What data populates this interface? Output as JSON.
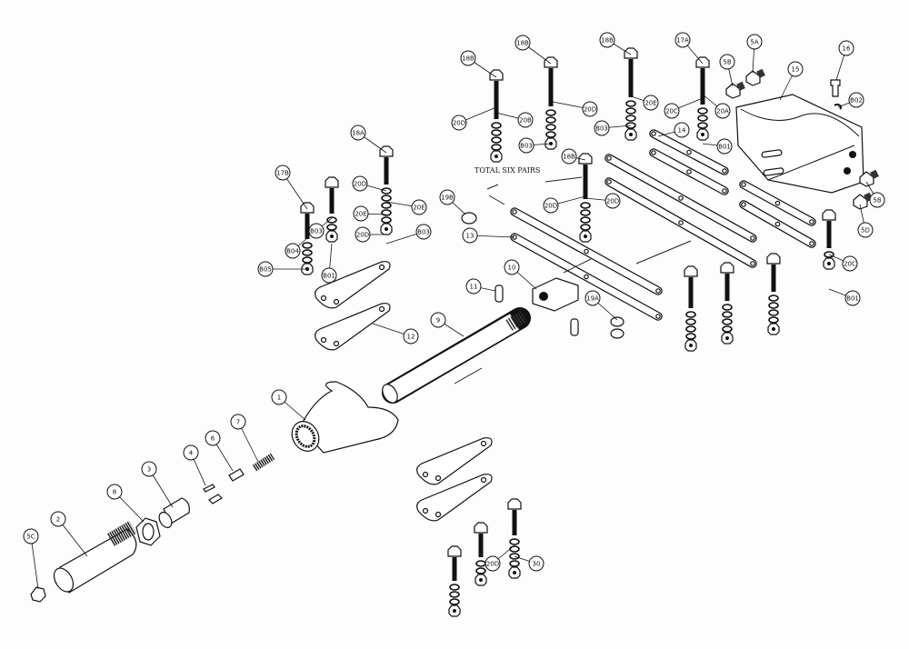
{
  "diagram": {
    "note": "TOTAL SIX PAIRS",
    "callouts": [
      "18B",
      "18B",
      "18B",
      "17A",
      "5B",
      "5A",
      "15",
      "16",
      "B02",
      "20D",
      "20B",
      "20D",
      "20E",
      "20C",
      "20A",
      "B03",
      "B03",
      "14",
      "B01",
      "18B",
      "20D",
      "20D",
      "19B",
      "13",
      "5B",
      "5D",
      "20C",
      "B01",
      "10",
      "11",
      "19A",
      "18A",
      "17B",
      "20D",
      "20E",
      "20E",
      "20D",
      "B03",
      "B03",
      "B04",
      "B05",
      "B01",
      "12",
      "9",
      "1",
      "7",
      "6",
      "4",
      "3",
      "8",
      "2",
      "5C",
      "20D",
      "30"
    ]
  }
}
